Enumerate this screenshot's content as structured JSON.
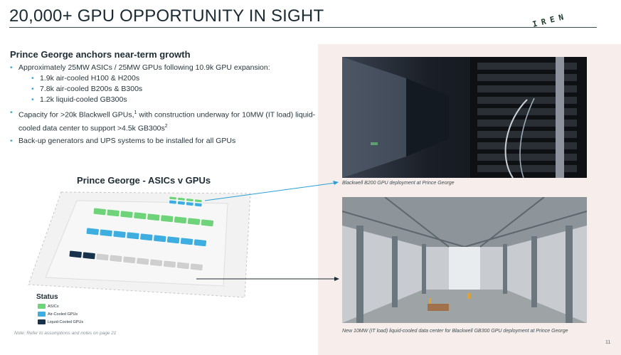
{
  "title": "20,000+ GPU OPPORTUNITY IN SIGHT",
  "logo_text": "IREN",
  "section_heading": "Prince George anchors near-term growth",
  "bullets": {
    "b1": "Approximately 25MW ASICs / 25MW GPUs following 10.9k GPU expansion:",
    "b1_sub1": "1.9k air-cooled H100 & H200s",
    "b1_sub2": "7.8k air-cooled B200s & B300s",
    "b1_sub3": "1.2k liquid-cooled GB300s",
    "b2_part1": "Capacity for >20k Blackwell GPUs,",
    "b2_sup1": "1",
    "b2_part2": " with construction underway for 10MW (IT load) liquid-cooled data center to support >4.5k GB300s",
    "b2_sup2": "2",
    "b3": "Back-up generators and UPS systems to be installed for all GPUs"
  },
  "diagram_title": "Prince George - ASICs v GPUs",
  "legend": {
    "title": "Status",
    "items": [
      {
        "label": "ASICs",
        "color": "#6fd37a"
      },
      {
        "label": "Air-Cooled GPUs",
        "color": "#3eaee0"
      },
      {
        "label": "Liquid-Cooled GPUs",
        "color": "#17324a"
      }
    ]
  },
  "colors": {
    "asic": "#6fd37a",
    "air": "#3eaee0",
    "liquid": "#17324a",
    "idle": "#cfcfcf",
    "arrow": "#2a9fd8"
  },
  "captions": {
    "photo1": "Blackwell B200 GPU deployment at Prince George",
    "photo2": "New 10MW (IT load) liquid-cooled data center for Blackwell GB300 GPU deployment at Prince George"
  },
  "note": "Note: Refer to assumptions and notes on page 21",
  "page_number": "11"
}
